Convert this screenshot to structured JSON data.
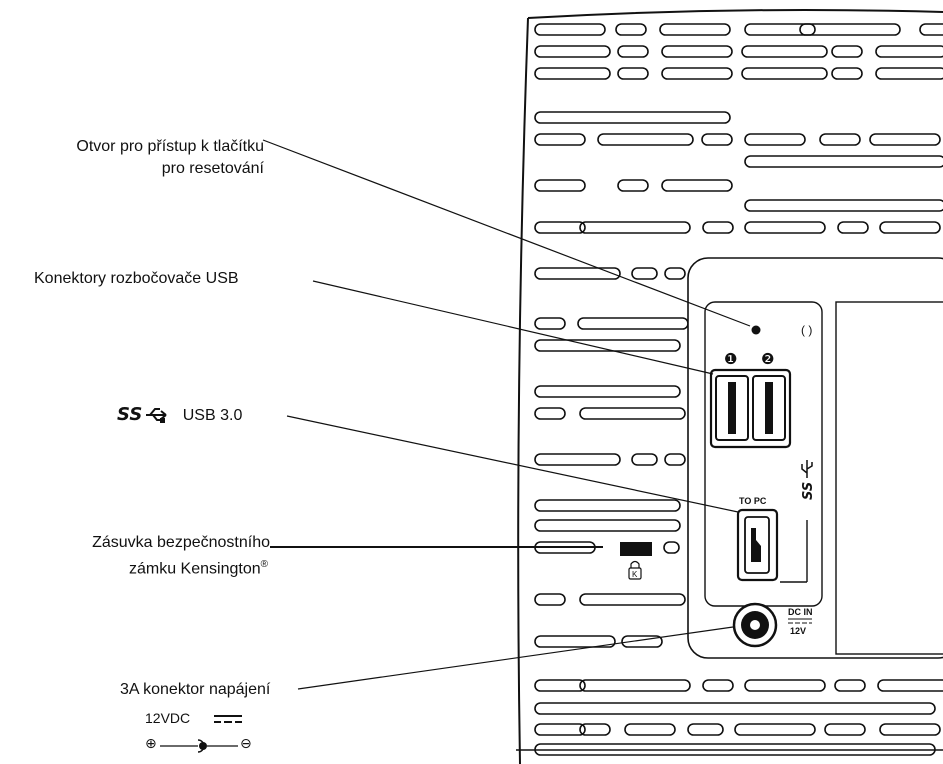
{
  "callouts": {
    "reset": {
      "line1": "Otvor pro přístup k tlačítku",
      "line2": "pro resetování"
    },
    "usb_hub": {
      "text": "Konektory rozbočovače USB"
    },
    "usb3": {
      "logo": "SS",
      "text": "USB 3.0"
    },
    "kensington": {
      "line1": "Zásuvka bezpečnostního",
      "line2": "zámku Kensington",
      "reg": "®"
    },
    "power": {
      "text": "3A konektor napájení"
    }
  },
  "polarity": {
    "voltage": "12VDC",
    "plus": "⊕",
    "minus": "⊖"
  },
  "device": {
    "port1": "❶",
    "port2": "❷",
    "to_pc": "TO PC",
    "dc_in": "DC IN",
    "volt": "12V",
    "ss_mark": "SS"
  }
}
